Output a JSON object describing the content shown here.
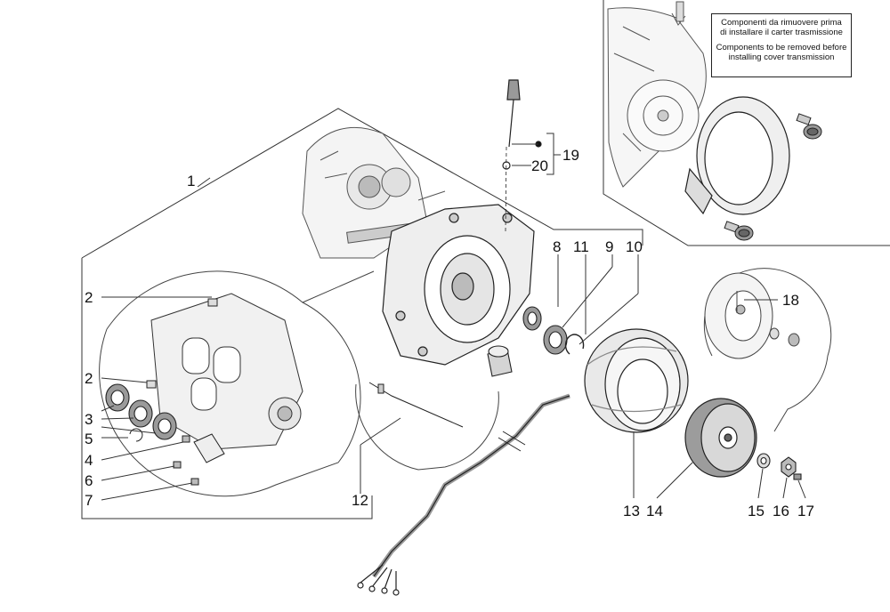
{
  "note": {
    "it_line1": "Componenti da rimuovere prima",
    "it_line2": "di installare il carter trasmissione",
    "en_line1": "Components to be removed before",
    "en_line2": "installing cover transmission"
  },
  "callouts": {
    "c1": "1",
    "c2a": "2",
    "c2b": "2",
    "c3": "3",
    "c4": "4",
    "c5": "5",
    "c6": "6",
    "c7": "7",
    "c8": "8",
    "c9": "9",
    "c10": "10",
    "c11": "11",
    "c12": "12",
    "c13": "13",
    "c14": "14",
    "c15": "15",
    "c16": "16",
    "c17": "17",
    "c18": "18",
    "c19": "19",
    "c20": "20"
  },
  "colors": {
    "line": "#1a1a1a",
    "fill_light": "#f2f2f2",
    "fill_mid": "#d9d9d9",
    "fill_dark": "#9a9a9a"
  }
}
